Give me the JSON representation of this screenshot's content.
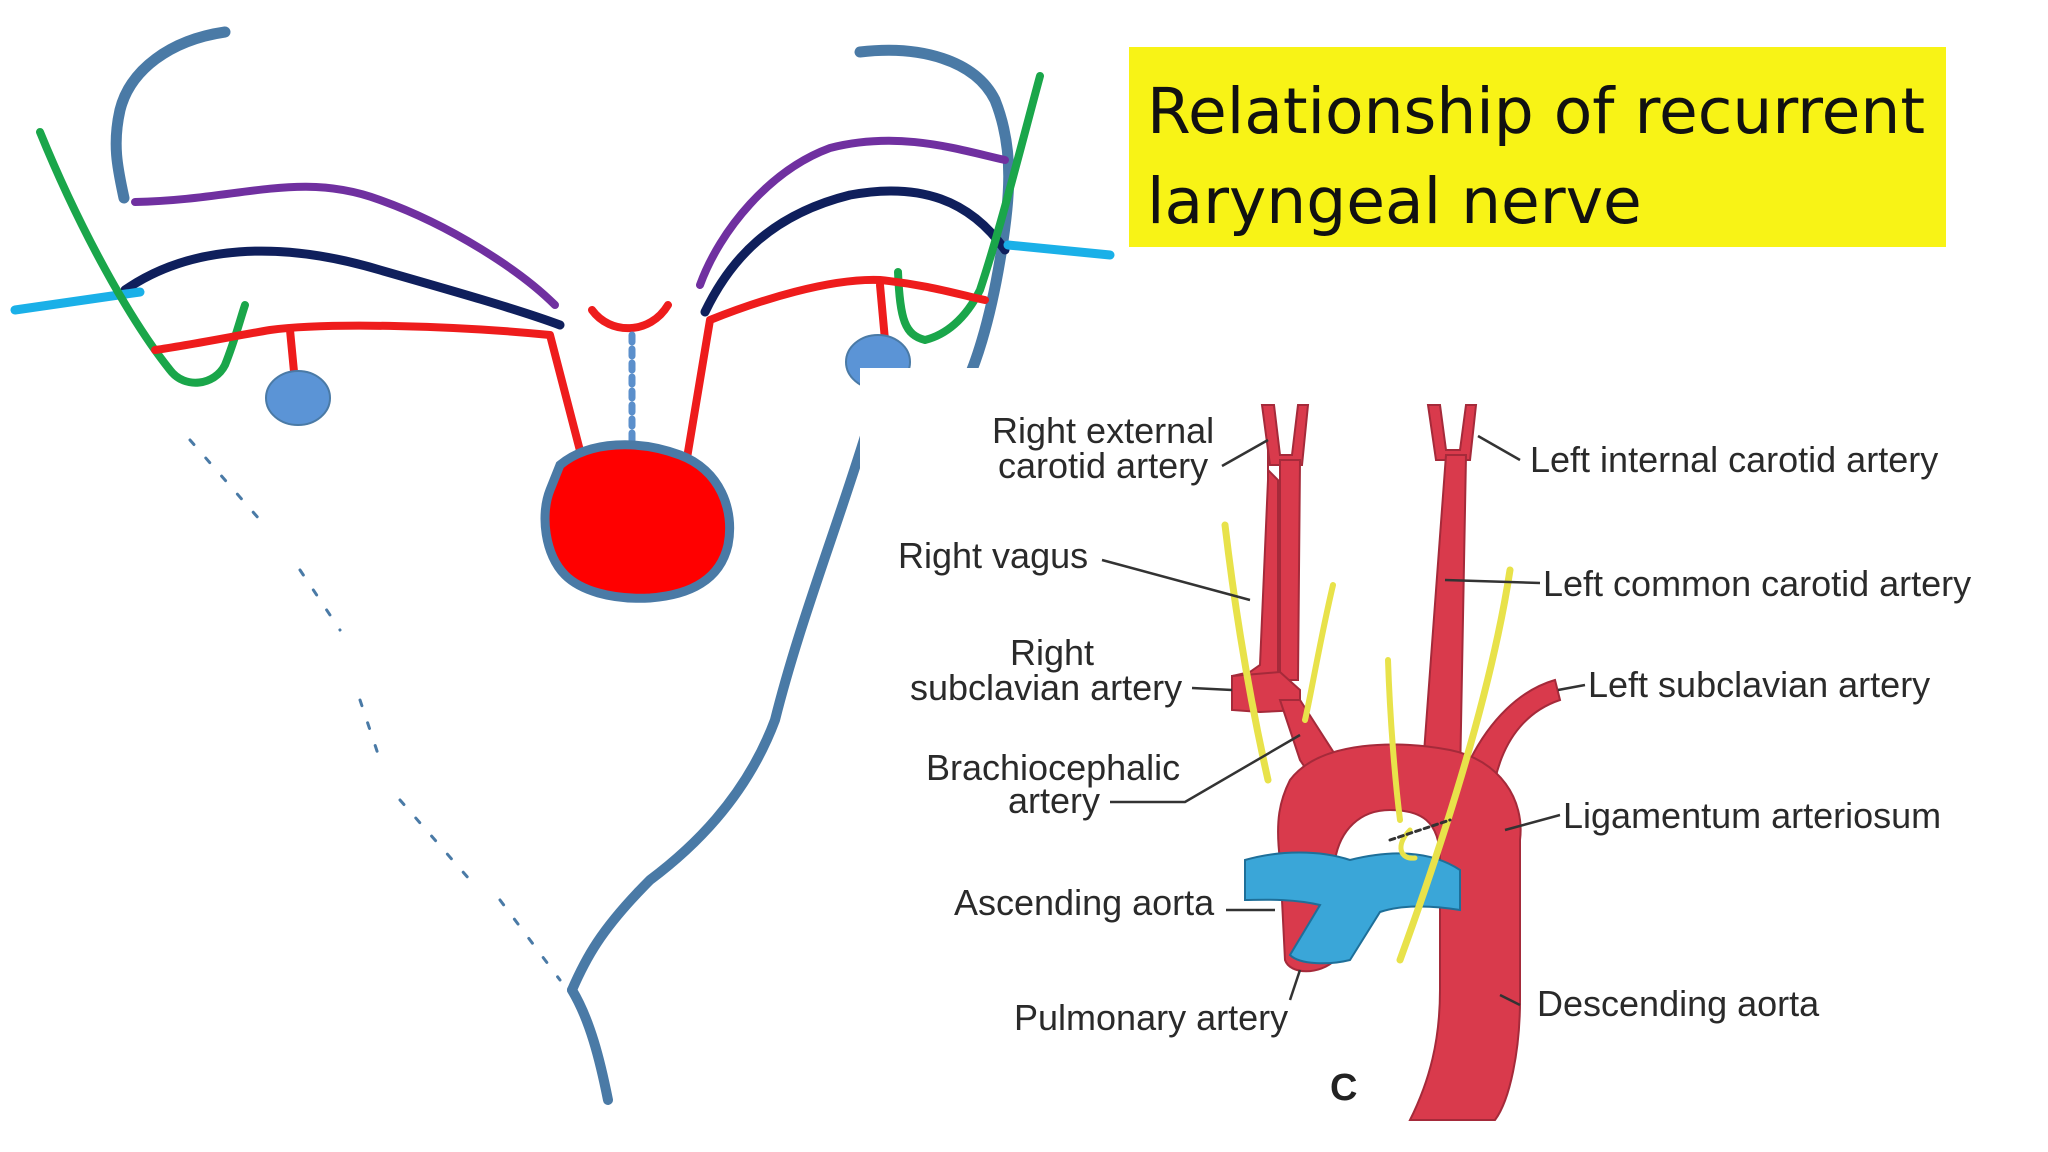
{
  "title": {
    "line1": "Relationship of recurrent",
    "line2": "laryngeal nerve"
  },
  "colors": {
    "title_background": "#f8f316",
    "skin_outline": "#4a7aa6",
    "artery": "#ee1c1c",
    "vagus_green": "#1aa64a",
    "nerve_purple": "#7030a0",
    "nerve_navy": "#0f1f5c",
    "cyan_line": "#1ab0e8",
    "vessel_red": "#d93a4c",
    "nerve_yellow": "#e8e24a",
    "pulmonary_blue": "#3aa6d8"
  },
  "labels": {
    "right_external_carotid_1": "Right external",
    "right_external_carotid_2": "carotid artery",
    "left_internal_carotid": "Left internal carotid artery",
    "right_vagus": "Right vagus",
    "left_common_carotid": "Left common carotid artery",
    "right_subclavian_1": "Right",
    "right_subclavian_2": "subclavian artery",
    "left_subclavian": "Left subclavian artery",
    "brachiocephalic_1": "Brachiocephalic",
    "brachiocephalic_2": "artery",
    "ligamentum": "Ligamentum arteriosum",
    "ascending_aorta": "Ascending aorta",
    "pulmonary_artery": "Pulmonary artery",
    "descending_aorta": "Descending aorta",
    "panel_letter": "C"
  }
}
